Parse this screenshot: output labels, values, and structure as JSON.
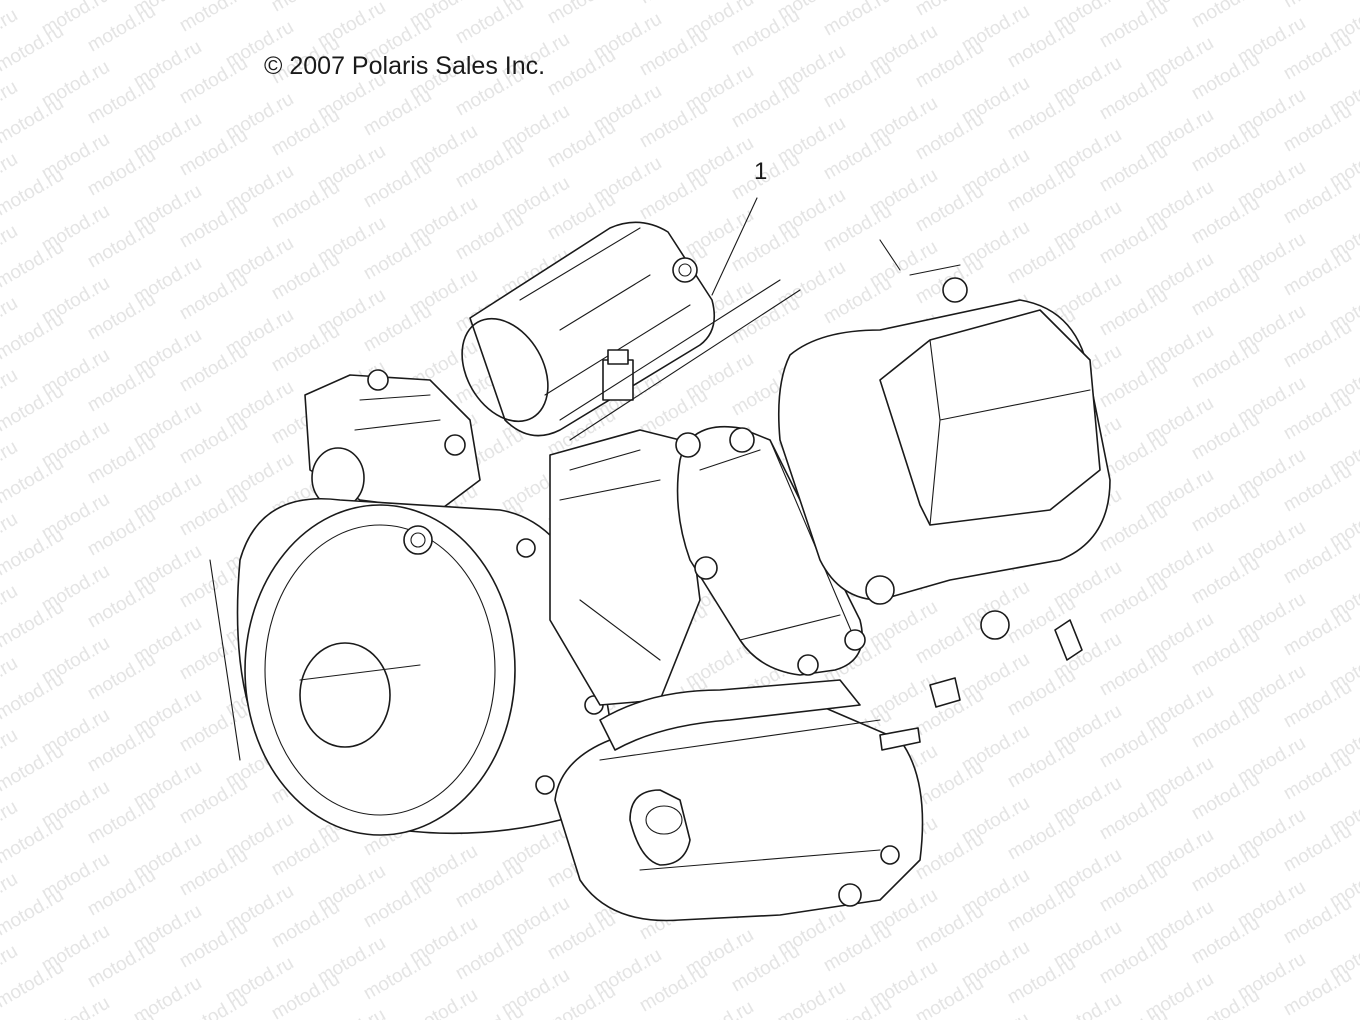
{
  "copyright": {
    "symbol": "©",
    "text": "2007 Polaris Sales Inc."
  },
  "callouts": [
    {
      "number": "1"
    }
  ],
  "watermark": {
    "text": "motod.ru"
  },
  "colors": {
    "line": "#1a1a1a",
    "watermark": "#e4e4e4",
    "background": "#ffffff"
  }
}
